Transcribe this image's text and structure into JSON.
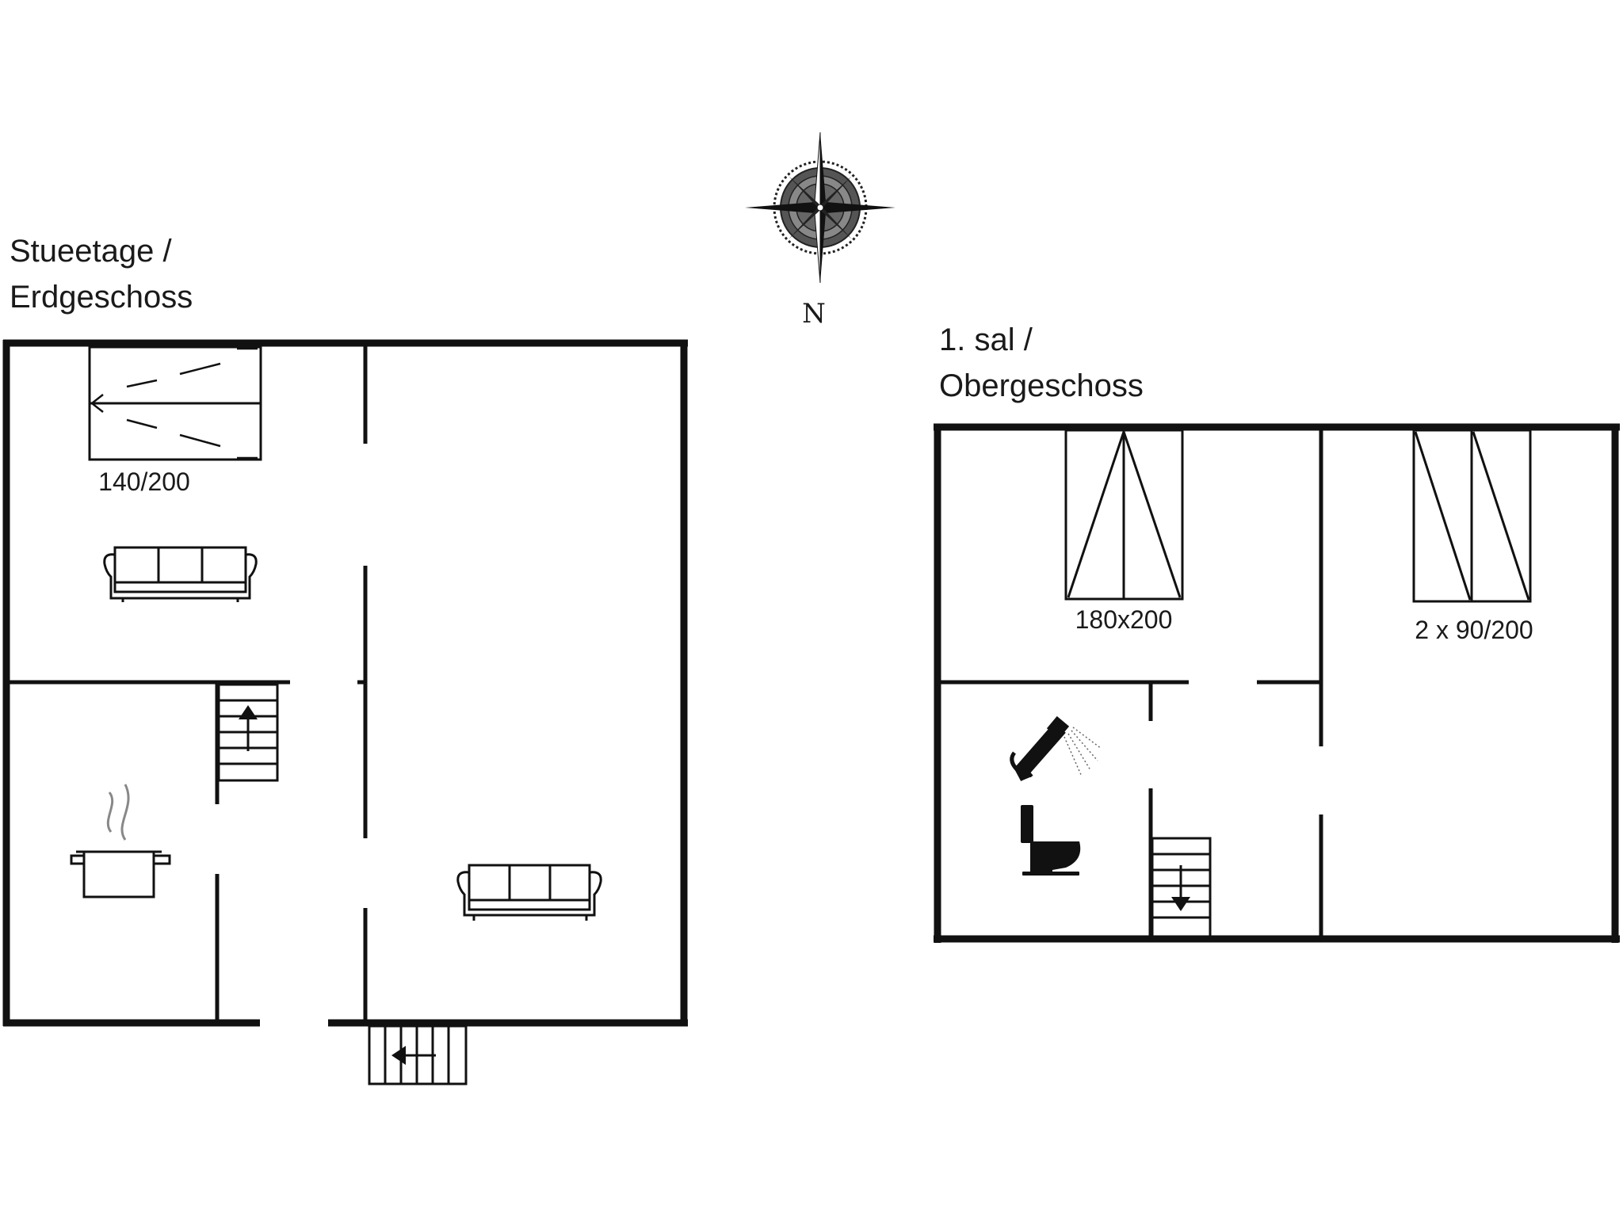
{
  "compass": {
    "north_label": "N",
    "icon": "compass-rose-icon"
  },
  "floors": [
    {
      "title_line1": "Stueetage /",
      "title_line2": "Erdgeschoss",
      "beds": [
        {
          "label": "140/200"
        }
      ],
      "icons": [
        "sofa-icon",
        "sofa-icon",
        "cooking-pot-icon",
        "stairs-up-icon",
        "entrance-steps-icon"
      ]
    },
    {
      "title_line1": "1. sal /",
      "title_line2": "Obergeschoss",
      "beds": [
        {
          "label": "180x200"
        },
        {
          "label": "2 x 90/200"
        }
      ],
      "icons": [
        "shower-icon",
        "toilet-icon",
        "stairs-down-icon"
      ]
    }
  ]
}
